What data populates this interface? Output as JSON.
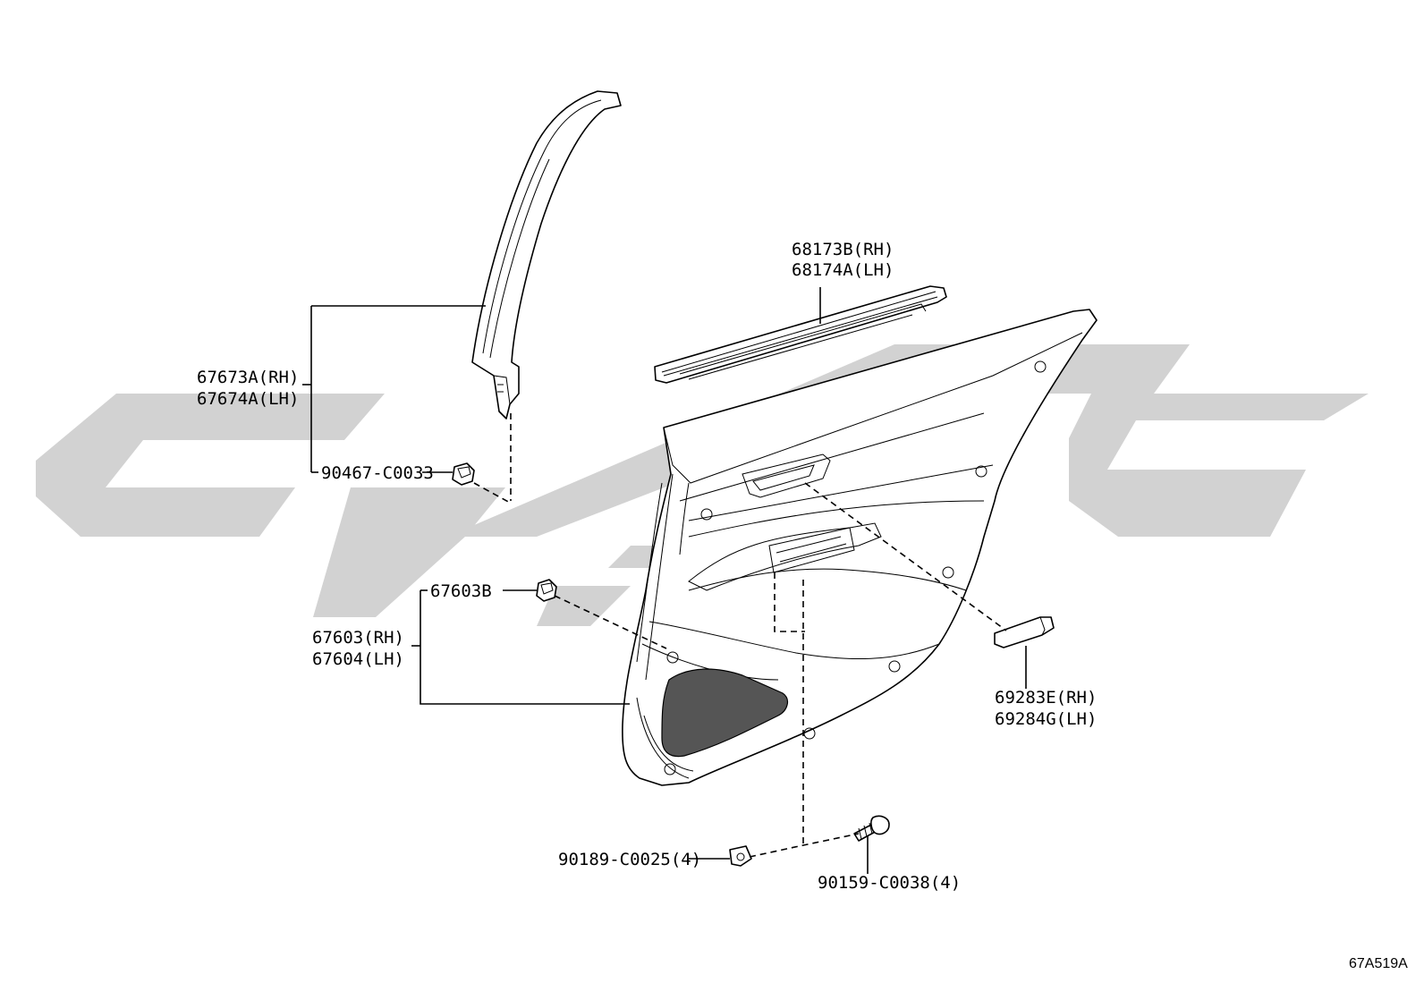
{
  "diagram": {
    "callouts": [
      {
        "id": "c1",
        "lines": [
          "68173B(RH)",
          "68174A(LH)"
        ]
      },
      {
        "id": "c2",
        "lines": [
          "67673A(RH)",
          "67674A(LH)"
        ]
      },
      {
        "id": "c3",
        "lines": [
          "90467-C0033"
        ]
      },
      {
        "id": "c4",
        "lines": [
          "67603B"
        ]
      },
      {
        "id": "c5",
        "lines": [
          "67603(RH)",
          "67604(LH)"
        ]
      },
      {
        "id": "c6",
        "lines": [
          "69283E(RH)",
          "69284G(LH)"
        ]
      },
      {
        "id": "c7",
        "lines": [
          "90189-C0025(4)"
        ]
      },
      {
        "id": "c8",
        "lines": [
          "90159-C0038(4)"
        ]
      }
    ],
    "drawing_code": "67A519A"
  },
  "colors": {
    "watermark": "#d2d2d2",
    "line": "#000000",
    "background": "#ffffff"
  }
}
